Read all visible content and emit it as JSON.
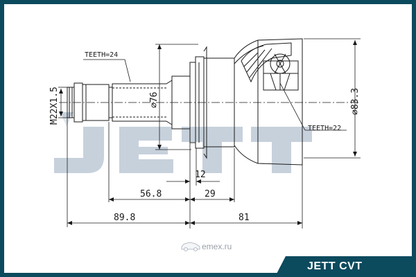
{
  "labels": {
    "teeth_outer": "TEETH=24",
    "teeth_inner": "TEETH=22",
    "thread": "M22X1.5",
    "dia_shaft": "⌀76",
    "dia_housing": "⌀83.3",
    "dim_12": "12",
    "dim_56_8": "56.8",
    "dim_29": "29",
    "dim_89_8": "89.8",
    "dim_81": "81"
  },
  "watermark": {
    "logo_text": "JETT",
    "site_text": "emex.ru"
  },
  "footer": {
    "product": "JETT CVT"
  },
  "colors": {
    "frame": "#0c4a5e",
    "logo_watermark": "#c7d1dc",
    "ink": "#1a1a1a"
  }
}
